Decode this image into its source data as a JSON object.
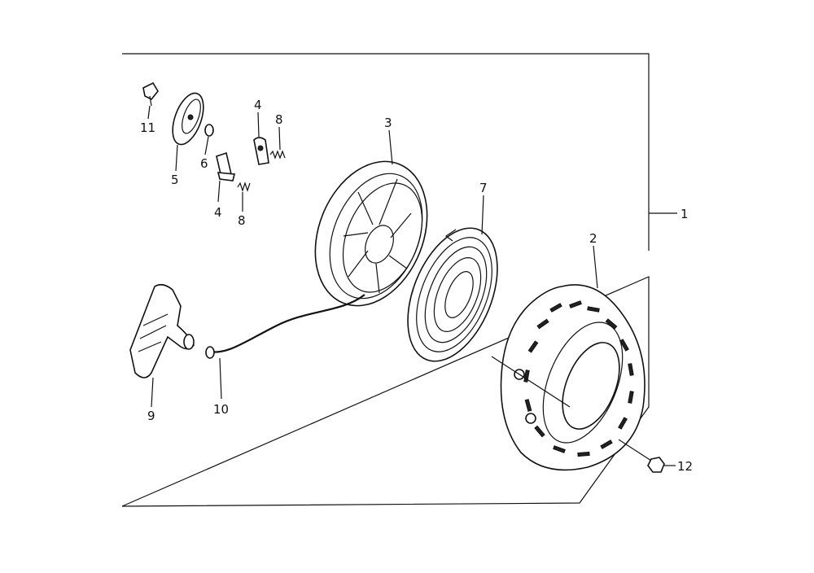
{
  "diagram": {
    "callouts": [
      {
        "id": "c1",
        "text": "1"
      },
      {
        "id": "c2",
        "text": "2"
      },
      {
        "id": "c3",
        "text": "3"
      },
      {
        "id": "c4a",
        "text": "4"
      },
      {
        "id": "c4b",
        "text": "4"
      },
      {
        "id": "c5",
        "text": "5"
      },
      {
        "id": "c6",
        "text": "6"
      },
      {
        "id": "c7",
        "text": "7"
      },
      {
        "id": "c8a",
        "text": "8"
      },
      {
        "id": "c8b",
        "text": "8"
      },
      {
        "id": "c9",
        "text": "9"
      },
      {
        "id": "c10",
        "text": "10"
      },
      {
        "id": "c11",
        "text": "11"
      },
      {
        "id": "c12",
        "text": "12"
      }
    ]
  }
}
